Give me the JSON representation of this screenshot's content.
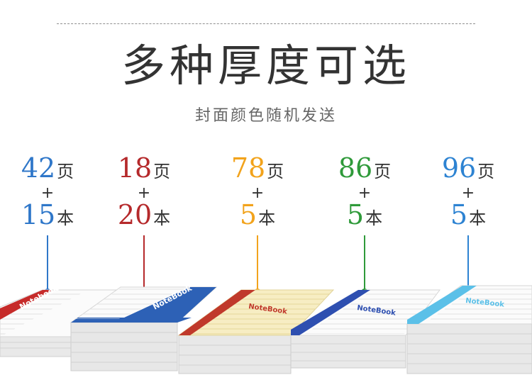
{
  "header": {
    "title": "多种厚度可选",
    "subtitle": "封面颜色随机发送"
  },
  "options": [
    {
      "pages": "42",
      "page_unit": "页",
      "plus": "+",
      "count": "15",
      "count_unit": "本",
      "color": "#2f77c9"
    },
    {
      "pages": "18",
      "page_unit": "页",
      "plus": "+",
      "count": "20",
      "count_unit": "本",
      "color": "#b5292b"
    },
    {
      "pages": "78",
      "page_unit": "页",
      "plus": "+",
      "count": "5",
      "count_unit": "本",
      "color": "#f2a31c"
    },
    {
      "pages": "86",
      "page_unit": "页",
      "plus": "+",
      "count": "5",
      "count_unit": "本",
      "color": "#2f9a3a"
    },
    {
      "pages": "96",
      "page_unit": "页",
      "plus": "+",
      "count": "5",
      "count_unit": "本",
      "color": "#2d83d2"
    }
  ],
  "notebooks": [
    {
      "cover_text": "Notebook",
      "accent": "#c62b2a"
    },
    {
      "cover_text": "NoteBook",
      "accent": "#2d61b6"
    },
    {
      "cover_text": "NoteBook",
      "accent": "#c0392b"
    },
    {
      "cover_text": "NoteBook",
      "accent": "#2e4fb0"
    },
    {
      "cover_text": "NoteBook",
      "accent": "#5bc0e8"
    }
  ]
}
